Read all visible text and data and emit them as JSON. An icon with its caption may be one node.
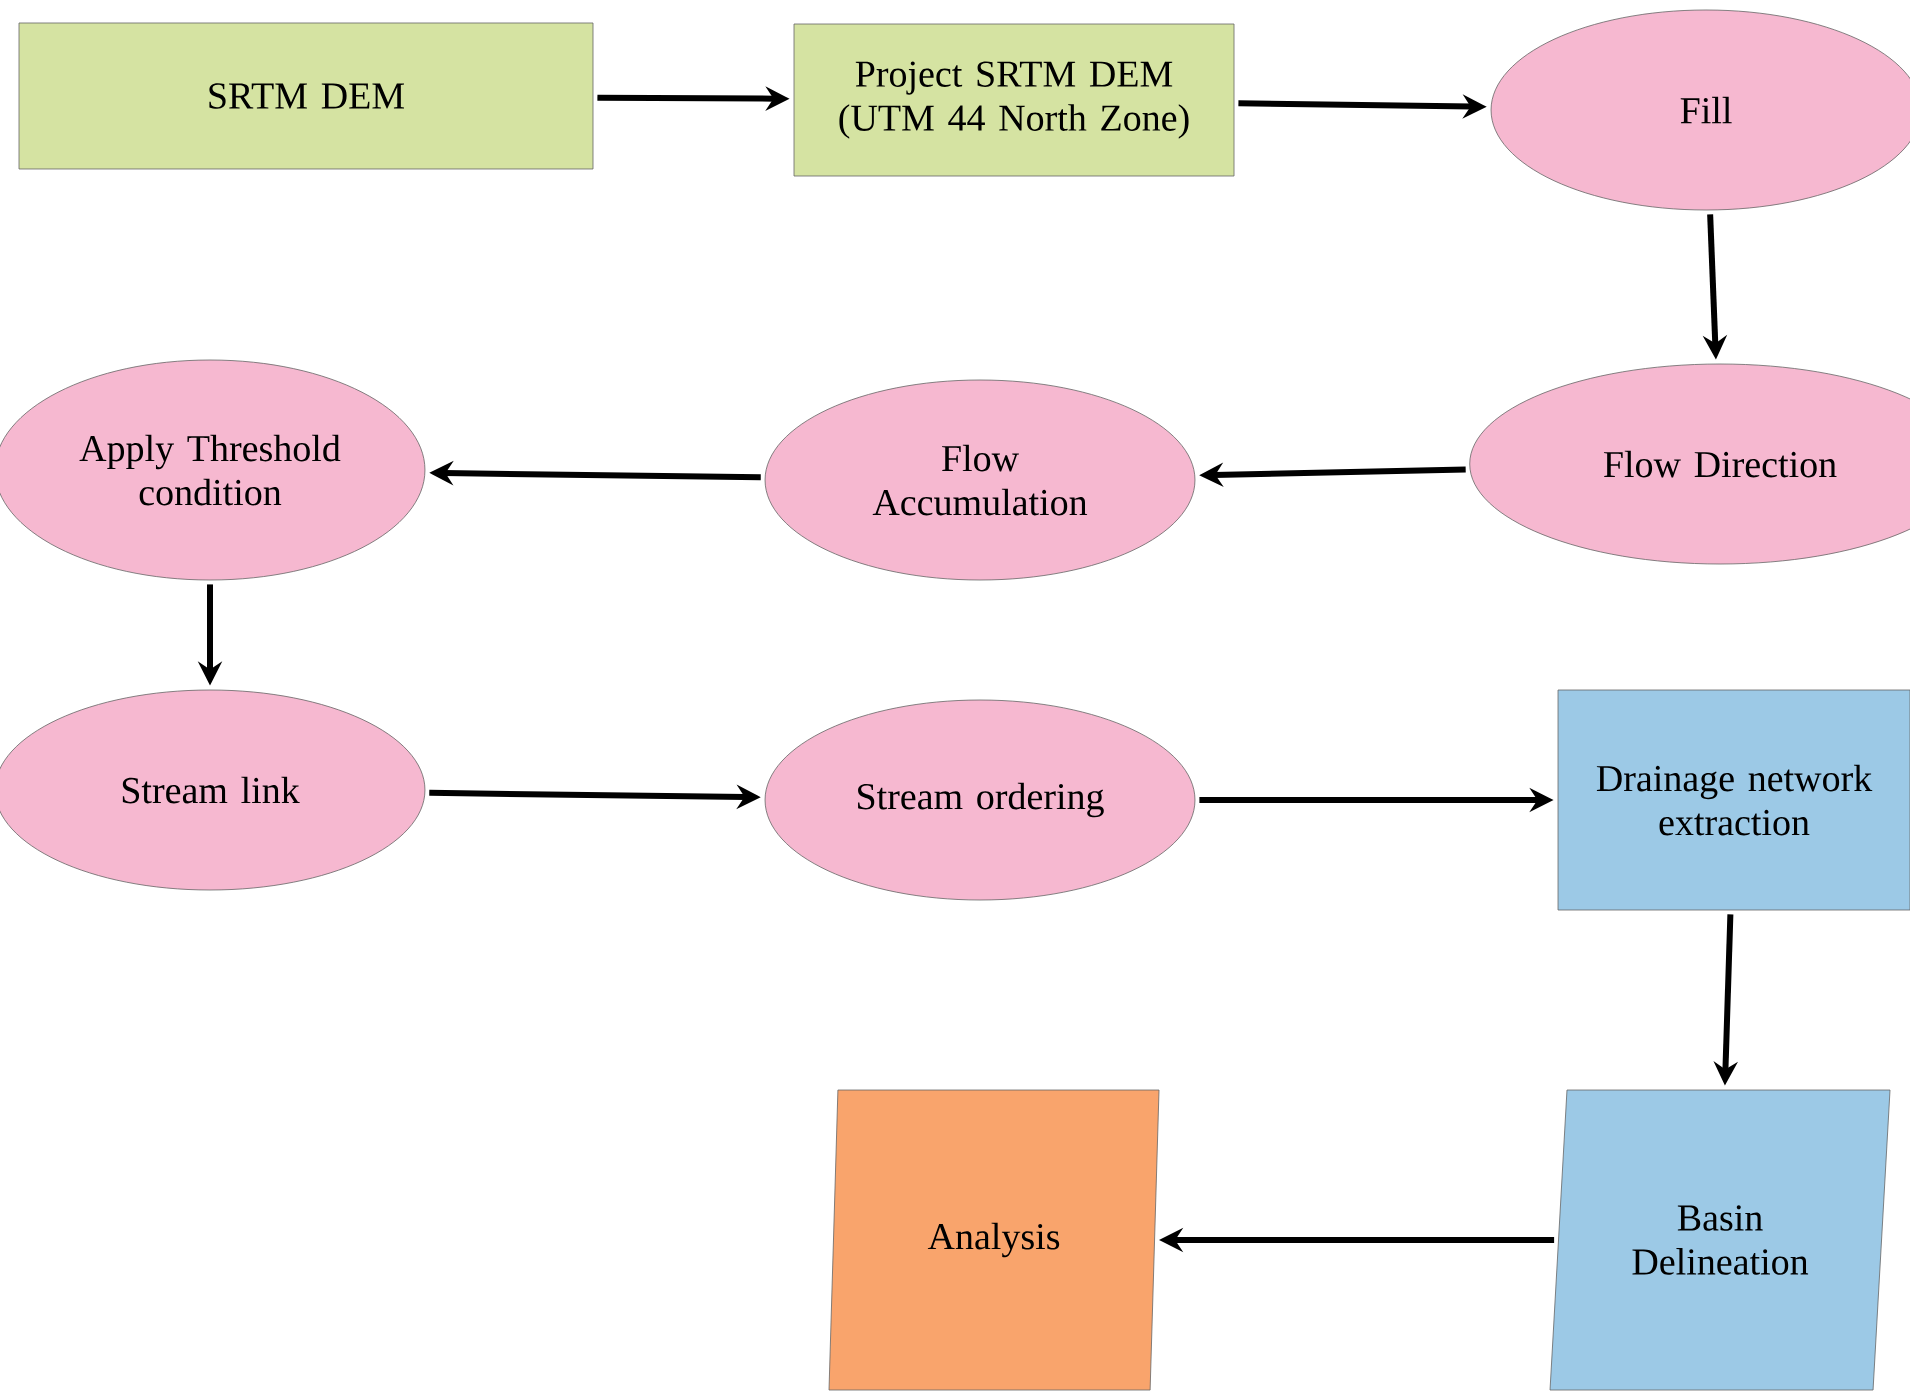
{
  "diagram": {
    "nodes": [
      {
        "text": [
          "SRTM DEM"
        ]
      },
      {
        "text": [
          "Project SRTM DEM (UTM 44 North Zone)"
        ]
      },
      {
        "text": [
          "Fill"
        ]
      },
      {
        "text": [
          "Flow Direction"
        ]
      },
      {
        "text": [
          "Flow Accumulation"
        ]
      },
      {
        "text": [
          "Apply Threshold condition"
        ]
      },
      {
        "text": [
          "Stream link"
        ]
      },
      {
        "text": [
          "Stream ordering"
        ]
      },
      {
        "text": [
          "Drainage network extraction"
        ]
      },
      {
        "text": [
          "Basin Delineation"
        ]
      },
      {
        "text": [
          "Analysis"
        ]
      }
    ],
    "edges": [
      {
        "from": 0,
        "to": 1,
        "arrow": "to"
      },
      {
        "from": 1,
        "to": 2,
        "arrow": "to"
      },
      {
        "from": 2,
        "to": 3,
        "arrow": "to"
      },
      {
        "from": 3,
        "to": 4,
        "arrow": "to"
      },
      {
        "from": 4,
        "to": 5,
        "arrow": "to"
      },
      {
        "from": 5,
        "to": 6,
        "arrow": "to"
      },
      {
        "from": 6,
        "to": 7,
        "arrow": "to"
      },
      {
        "from": 7,
        "to": 8,
        "arrow": "to"
      },
      {
        "from": 8,
        "to": 9,
        "arrow": "to"
      },
      {
        "from": 9,
        "to": 10,
        "arrow": "to"
      }
    ]
  }
}
